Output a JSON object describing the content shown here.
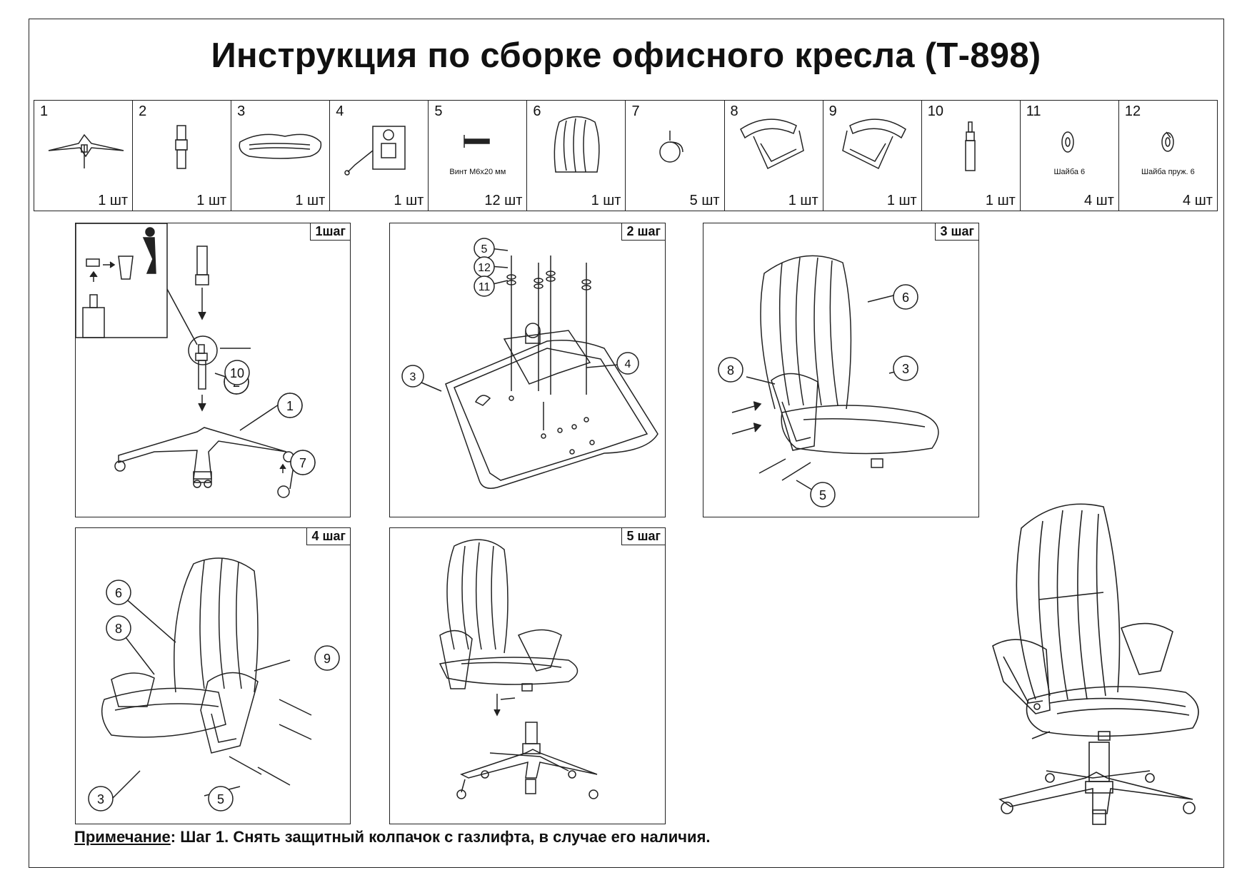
{
  "title": "Инструкция по сборке офисного кресла (Т-898)",
  "parts": [
    {
      "num": "1",
      "qty": "1 шт",
      "icon": "chair-base-icon",
      "caption": ""
    },
    {
      "num": "2",
      "qty": "1 шт",
      "icon": "gas-lift-cover-icon",
      "caption": ""
    },
    {
      "num": "3",
      "qty": "1 шт",
      "icon": "seat-cushion-icon",
      "caption": ""
    },
    {
      "num": "4",
      "qty": "1 шт",
      "icon": "tilt-mechanism-icon",
      "caption": ""
    },
    {
      "num": "5",
      "qty": "12 шт",
      "icon": "screw-icon",
      "caption": "Винт М6х20 мм"
    },
    {
      "num": "6",
      "qty": "1 шт",
      "icon": "backrest-icon",
      "caption": ""
    },
    {
      "num": "7",
      "qty": "5 шт",
      "icon": "caster-icon",
      "caption": ""
    },
    {
      "num": "8",
      "qty": "1 шт",
      "icon": "armrest-left-icon",
      "caption": ""
    },
    {
      "num": "9",
      "qty": "1 шт",
      "icon": "armrest-right-icon",
      "caption": ""
    },
    {
      "num": "10",
      "qty": "1 шт",
      "icon": "gas-lift-icon",
      "caption": ""
    },
    {
      "num": "11",
      "qty": "4 шт",
      "icon": "washer-icon",
      "caption": "Шайба  6"
    },
    {
      "num": "12",
      "qty": "4 шт",
      "icon": "spring-washer-icon",
      "caption": "Шайба пруж.  6"
    }
  ],
  "steps": [
    {
      "label": "1шаг",
      "callouts": [
        "2",
        "10",
        "1",
        "7"
      ]
    },
    {
      "label": "2 шаг",
      "callouts": [
        "5",
        "12",
        "11",
        "3",
        "4"
      ]
    },
    {
      "label": "3 шаг",
      "callouts": [
        "6",
        "8",
        "3",
        "5"
      ]
    },
    {
      "label": "4 шаг",
      "callouts": [
        "6",
        "8",
        "9",
        "3",
        "5"
      ]
    },
    {
      "label": "5 шаг",
      "callouts": []
    }
  ],
  "note": {
    "label": "Примечание",
    "text": ": Шаг 1. Снять защитный колпачок с газлифта, в случае его наличия."
  }
}
